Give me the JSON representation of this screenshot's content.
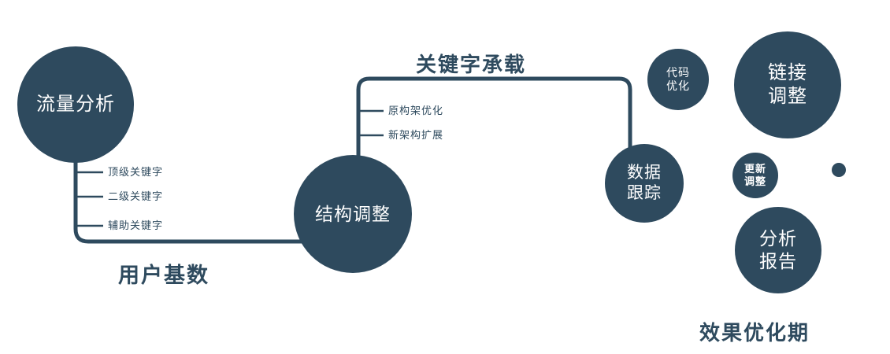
{
  "colors": {
    "primary": "#2e4a5e",
    "node_text": "#ffffff"
  },
  "nodes": {
    "traffic_analysis": {
      "label": "流量分析"
    },
    "structure_adjustment": {
      "label": "结构调整"
    },
    "data_tracking": {
      "label": "数据\n跟踪"
    },
    "code_optimization": {
      "label": "代码\n优化"
    },
    "link_adjustment": {
      "label": "链接\n调整"
    },
    "update_adjustment": {
      "label": "更新\n调整"
    },
    "analysis_report": {
      "label": "分析\n报告"
    }
  },
  "edges": {
    "user_base": {
      "label": "用户基数"
    },
    "keyword_bearing": {
      "label": "关键字承载"
    }
  },
  "branches": {
    "traffic_keywords": [
      "顶级关键字",
      "二级关键字",
      "辅助关键字"
    ],
    "structure_items": [
      "原构架优化",
      "新架构扩展"
    ]
  },
  "caption": {
    "label": "效果优化期"
  }
}
